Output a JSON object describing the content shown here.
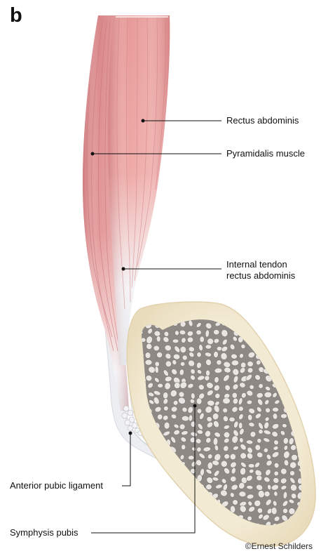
{
  "panel_letter": "b",
  "labels": {
    "rectus_abdominis": "Rectus abdominis",
    "pyramidalis_muscle": "Pyramidalis muscle",
    "internal_tendon_line1": "Internal tendon",
    "internal_tendon_line2": "rectus abdominis",
    "anterior_pubic_ligament": "Anterior pubic ligament",
    "symphysis_pubis": "Symphysis pubis"
  },
  "copyright": "©Ernest Schilders",
  "colors": {
    "muscle": "#e08f8f",
    "muscle_dark": "#c86a6c",
    "tendon": "#eef0f4",
    "bone_cortex": "#f2e8cf",
    "bone_trabecular": "#8f8a86"
  }
}
